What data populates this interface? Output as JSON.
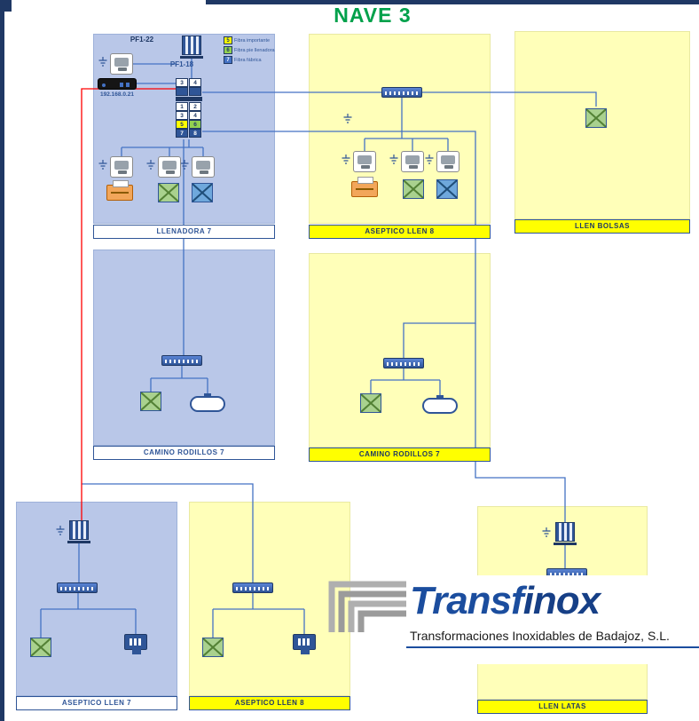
{
  "title": "NAVE 3",
  "legend": {
    "items": [
      {
        "num": "5",
        "label": "Fibra importante",
        "color": "#FFFF00"
      },
      {
        "num": "6",
        "label": "Fibra pie llenadora",
        "color": "#92D050"
      },
      {
        "num": "7",
        "label": "Fibra fábrica",
        "color": "#4472C4"
      }
    ]
  },
  "patch_panel": {
    "top_cells": [
      "3",
      "4"
    ],
    "rows": [
      [
        "1",
        "2"
      ],
      [
        "3",
        "4"
      ],
      [
        "5",
        "6"
      ],
      [
        "7",
        "8"
      ]
    ]
  },
  "zones": {
    "llenadora": {
      "label": "LLENADORA 7",
      "pf1_22": "PF1-22",
      "pf1_18": "PF1-18",
      "server_ip": "192.168.0.21"
    },
    "aseptico_llen8_top": {
      "label": "ASEPTICO LLEN 8"
    },
    "llen_bolsas": {
      "label": "LLEN BOLSAS"
    },
    "camino_rodillos_blue": {
      "label": "CAMINO RODILLOS 7"
    },
    "camino_rodillos_yellow": {
      "label": "CAMINO RODILLOS 7"
    },
    "aseptico_llen7": {
      "label": "ASEPTICO LLEN 7"
    },
    "aseptico_llen8_bottom": {
      "label": "ASEPTICO LLEN 8"
    },
    "llen_latas": {
      "label": "LLEN LATAS"
    }
  },
  "logo": {
    "brand_part1": "Transf",
    "brand_part2": "inox",
    "tagline": "Transformaciones Inoxidables de Badajoz, S.L."
  },
  "colors": {
    "navy": "#1F3864",
    "line_blue": "#4472C4",
    "line_red": "#FF0000",
    "zone_blue": "#B9C7E8",
    "zone_yellow": "#FFFFB9",
    "label_yellow": "#FFFF00",
    "title_green": "#00A14B"
  }
}
